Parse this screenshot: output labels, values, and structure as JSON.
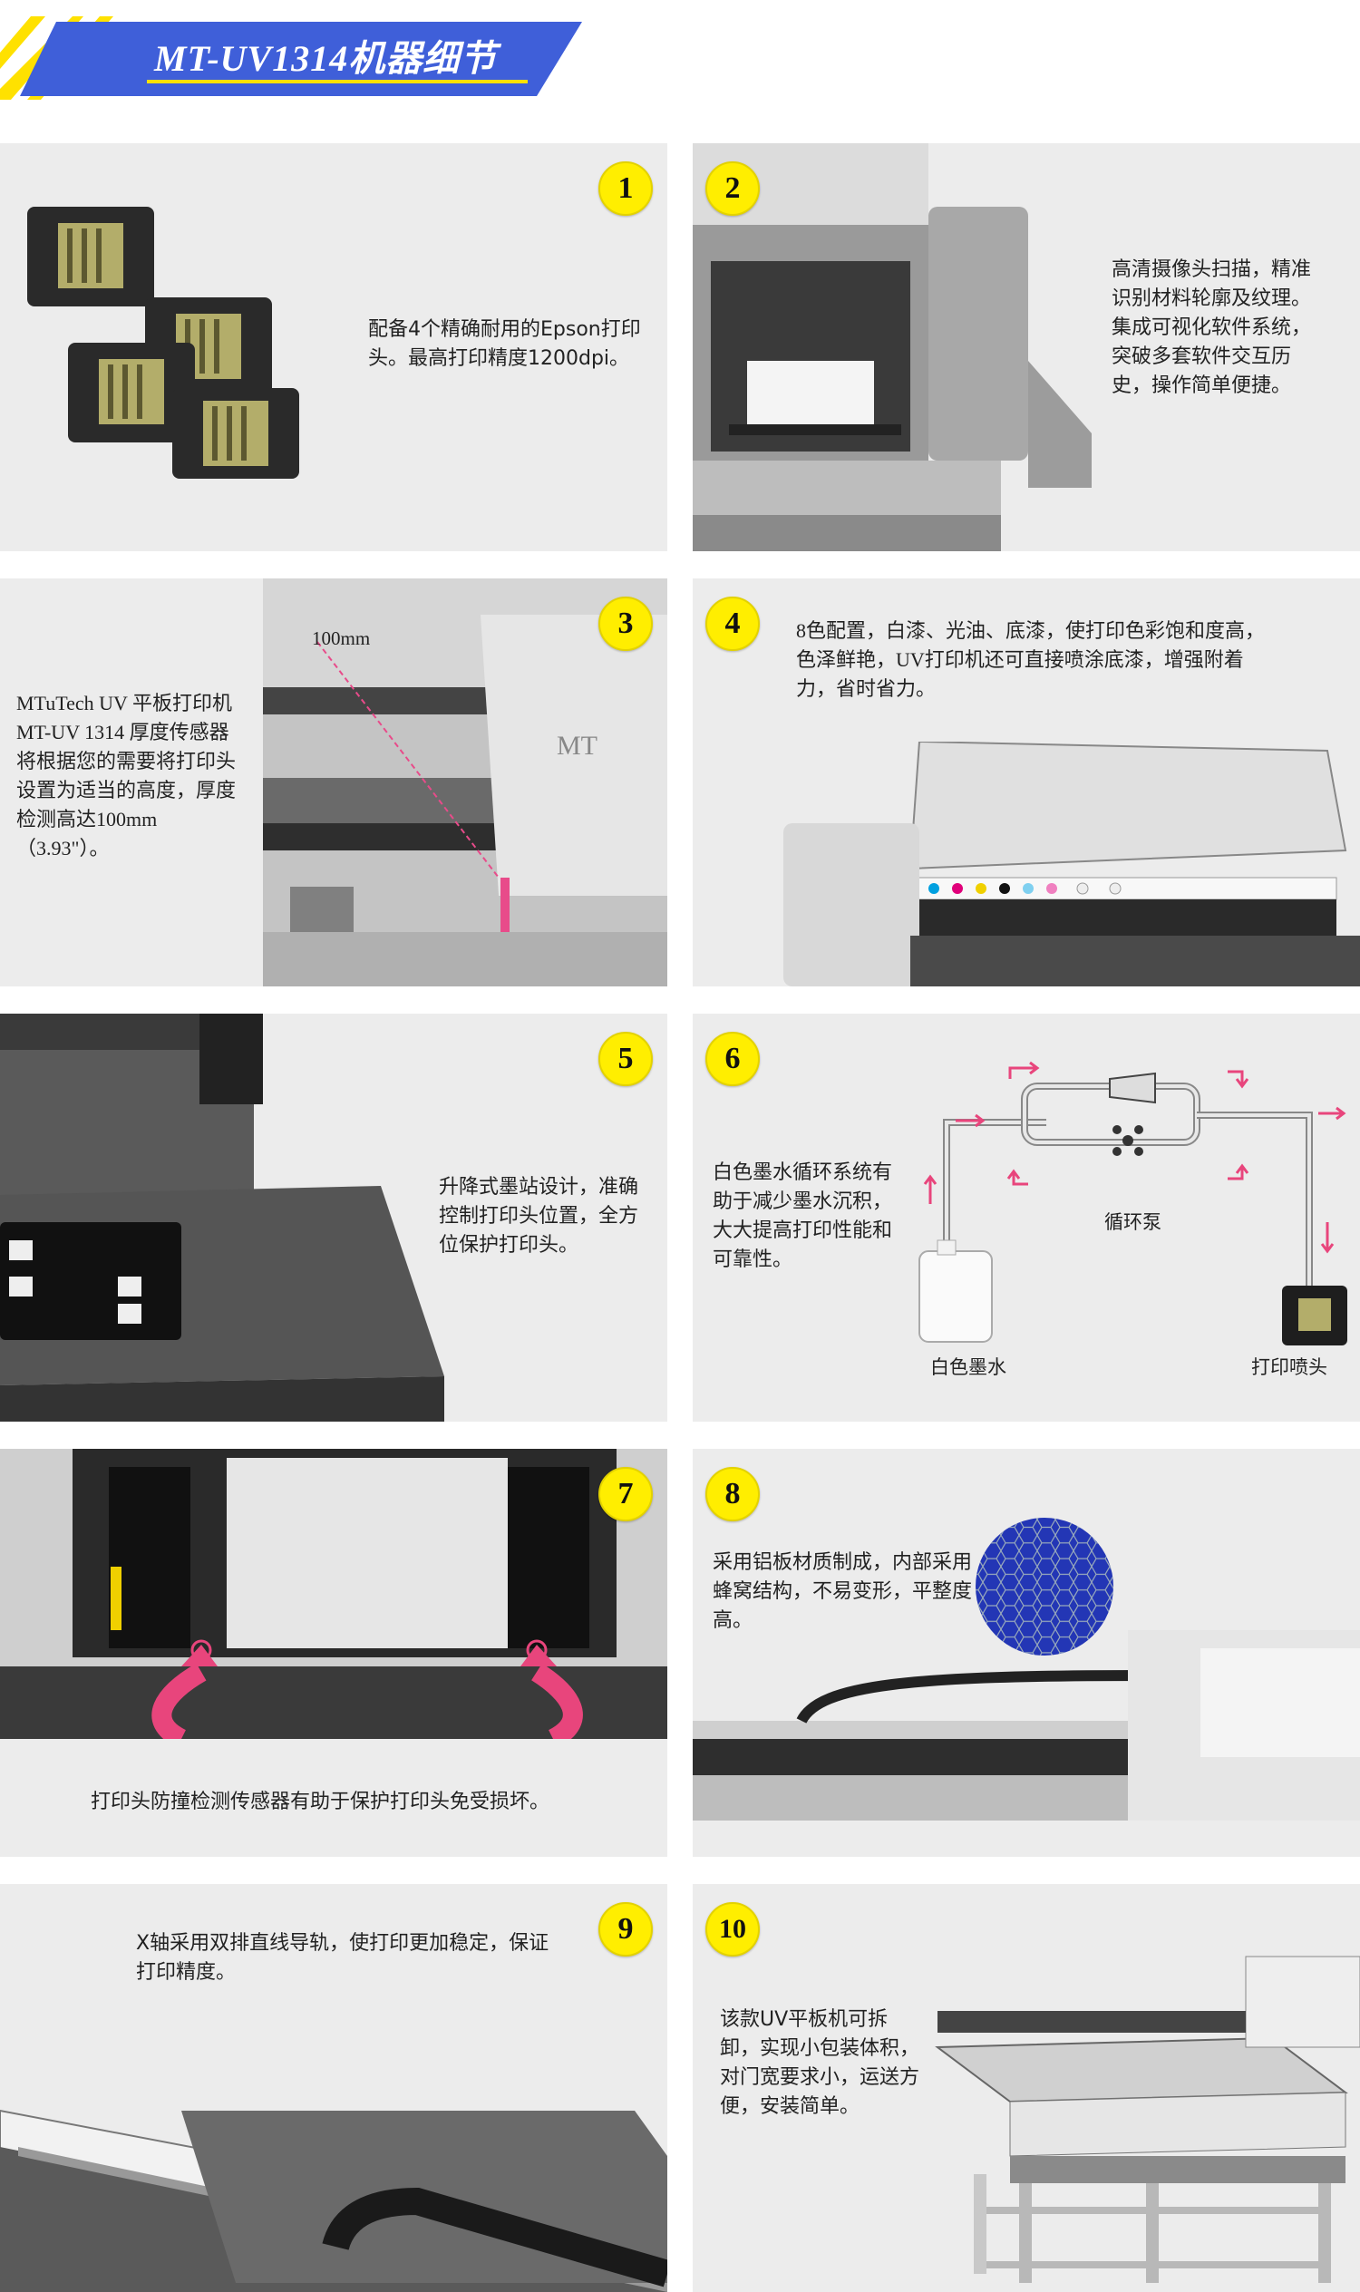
{
  "header": {
    "title": "MT-UV1314机器细节",
    "accent_color": "#3f5fd9",
    "stripe_color": "#ffe100"
  },
  "panels": [
    {
      "number": "1",
      "text": "配备4个精确耐用的Epson打印头。最高打印精度1200dpi。"
    },
    {
      "number": "2",
      "text": "高清摄像头扫描，精准识别材料轮廓及纹理。集成可视化软件系统，突破多套软件交互历史，操作简单便捷。"
    },
    {
      "number": "3",
      "text": "MTuTech UV 平板打印机 MT-UV 1314 厚度传感器将根据您的需要将打印头设置为适当的高度，厚度检测高达100mm（3.93\"）。",
      "measure_label": "100mm",
      "logo_text": "MT"
    },
    {
      "number": "4",
      "text": "8色配置，白漆、光油、底漆，使打印色彩饱和度高，色泽鲜艳，UV打印机还可直接喷涂底漆，增强附着力，省时省力。"
    },
    {
      "number": "5",
      "text": "升降式墨站设计，准确控制打印头位置，全方位保护打印头。"
    },
    {
      "number": "6",
      "text": "白色墨水循环系统有助于减少墨水沉积，大大提高打印性能和可靠性。",
      "labels": {
        "pump": "循环泵",
        "ink": "白色墨水",
        "head": "打印喷头"
      }
    },
    {
      "number": "7",
      "text": "打印头防撞检测传感器有助于保护打印头免受损坏。"
    },
    {
      "number": "8",
      "text": "采用铝板材质制成，内部采用蜂窝结构，不易变形，平整度高。"
    },
    {
      "number": "9",
      "text": "X轴采用双排直线导轨，使打印更加稳定，保证打印精度。"
    },
    {
      "number": "10",
      "text": "该款UV平板机可拆卸，实现小包装体积，对门宽要求小，运送方便，安装简单。"
    }
  ]
}
